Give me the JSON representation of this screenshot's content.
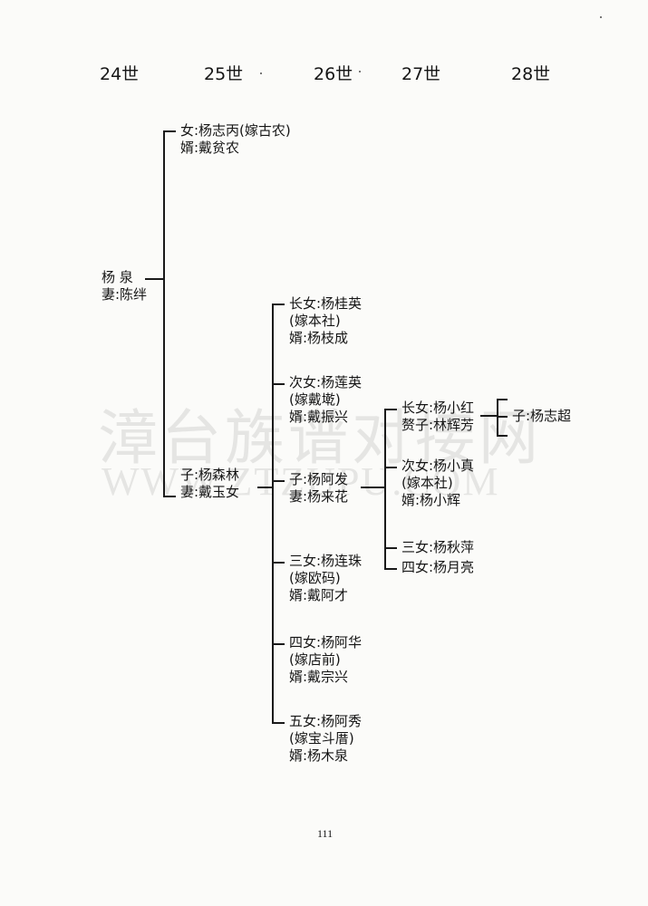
{
  "generations": [
    "24世",
    "25世",
    "26世",
    "27世",
    "28世"
  ],
  "watermark": {
    "text": "漳台族谱对接网",
    "url": "WWW.ZTZUPU.COM"
  },
  "gen24": {
    "name": "杨 泉",
    "spouse": "妻:陈绊"
  },
  "gen25": {
    "daughter": {
      "name": "女:杨志丙(嫁古农)",
      "spouse": "婿:戴贫农"
    },
    "son": {
      "name": "子:杨森林",
      "spouse": "妻:戴玉女"
    }
  },
  "gen26": [
    {
      "name": "长女:杨桂英",
      "note": "(嫁本社)",
      "spouse": "婿:杨枝成"
    },
    {
      "name": "次女:杨莲英",
      "note": "(嫁戴墘)",
      "spouse": "婿:戴振兴"
    },
    {
      "name": "子:杨阿发",
      "spouse": "妻:杨来花"
    },
    {
      "name": "三女:杨连珠",
      "note": "(嫁欧码)",
      "spouse": "婿:戴阿才"
    },
    {
      "name": "四女:杨阿华",
      "note": "(嫁店前)",
      "spouse": "婿:戴宗兴"
    },
    {
      "name": "五女:杨阿秀",
      "note": "(嫁宝斗厝)",
      "spouse": "婿:杨木泉"
    }
  ],
  "gen27": [
    {
      "name": "长女:杨小红",
      "spouse": "赘子:林辉芳"
    },
    {
      "name": "次女:杨小真",
      "note": "(嫁本社)",
      "spouse": "婿:杨小辉"
    },
    {
      "name": "三女:杨秋萍"
    },
    {
      "name": "四女:杨月亮"
    }
  ],
  "gen28": {
    "name": "子:杨志超"
  },
  "page_number": "111"
}
